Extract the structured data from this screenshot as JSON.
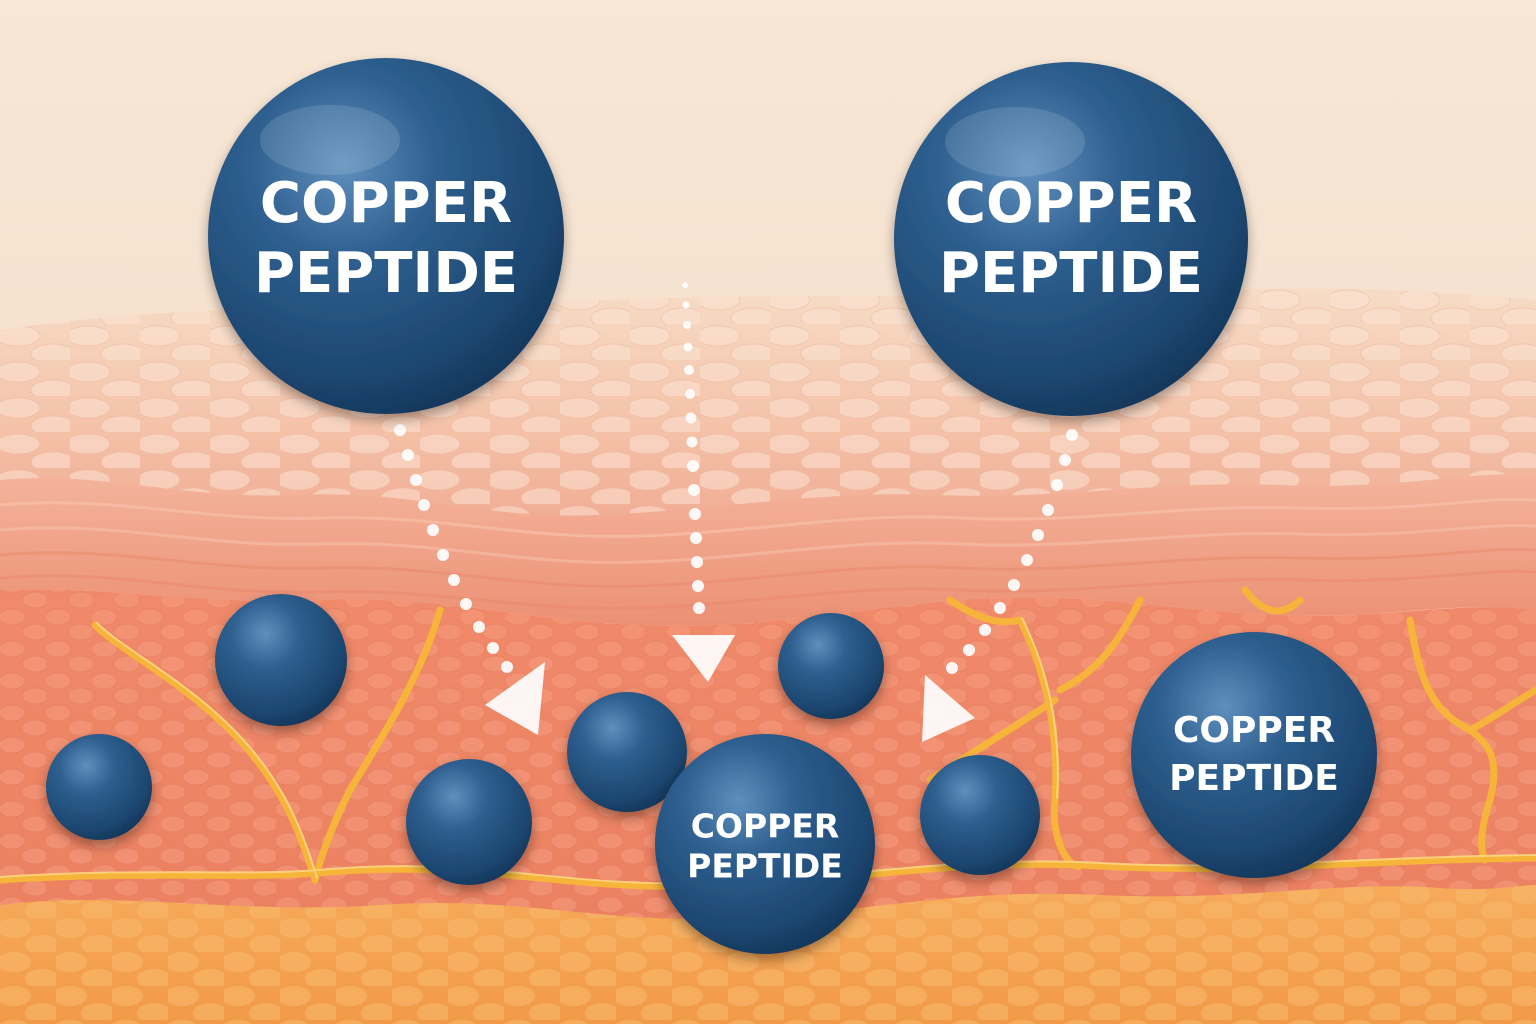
{
  "labels": {
    "large_left": [
      "COPPER",
      "PEPTIDE"
    ],
    "large_right": [
      "COPPER",
      "PEPTIDE"
    ],
    "small_center": [
      "COPPER",
      "PEPTIDE"
    ],
    "small_right": [
      "COPPER",
      "PEPTIDE"
    ]
  },
  "colors": {
    "background": "#f6e4d2",
    "epidermis": "#f2a58c",
    "dermis": "#ee8a6c",
    "subcutaneous": "#f4a452",
    "vessels": "#f6b43a",
    "sphere": "#1f4f7d",
    "arrow": "#ffffff"
  }
}
